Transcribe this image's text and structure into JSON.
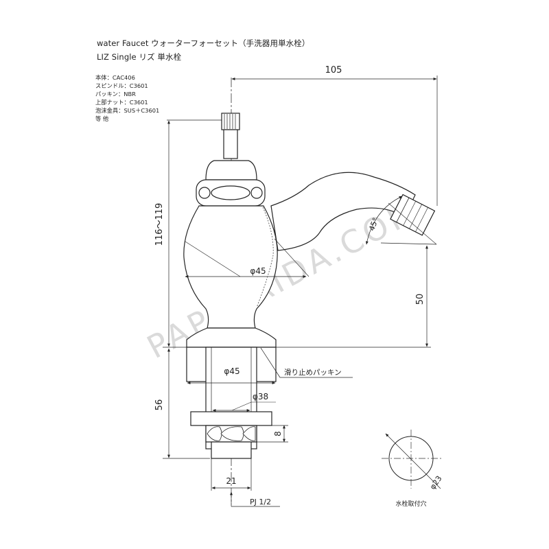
{
  "header": {
    "title_line1": "water Faucet  ウォーターフォーセット（手洗器用単水栓）",
    "title_line2": "LIZ Single リズ 単水栓"
  },
  "specs": [
    "本体：CAC406",
    "スピンドル：C3601",
    "パッキン：NBR",
    "上部ナット：C3601",
    "泡沫金具：SUS＋C3601",
    "等 他"
  ],
  "dimensions": {
    "width_total": "105",
    "height_body": "116～119",
    "spout_height": "50",
    "body_diameter": "φ45",
    "spout_angle": "45°",
    "base_diameter": "φ45",
    "shank_diameter": "φ38",
    "lower_height": "56",
    "nut_height": "8",
    "pipe_width": "21",
    "thread": "PJ 1/2",
    "hole_diameter": "φ23"
  },
  "labels": {
    "anti_slip_packing": "滑り止めパッキン",
    "mounting_hole": "水栓取付穴",
    "watermark": "PAPASAIDA.COM"
  }
}
